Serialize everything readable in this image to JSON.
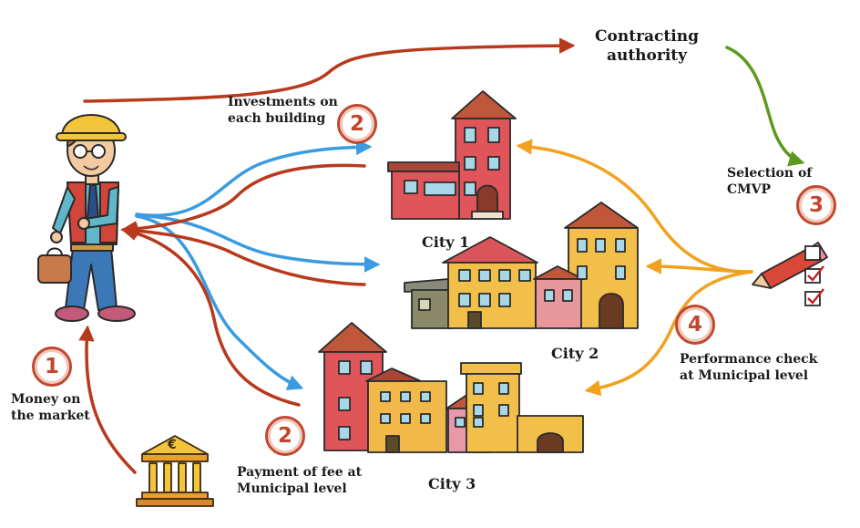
{
  "labels": {
    "contracting_authority": "Contracting\nauthority",
    "investments": "Investments on\neach building",
    "selection": "Selection of\nCMVP",
    "performance_check": "Performance check\nat Municipal level",
    "money_on_market": "Money on\nthe market",
    "payment_of_fee": "Payment of fee at\nMunicipal level"
  },
  "cities": {
    "city1": "City 1",
    "city2": "City 2",
    "city3": "City 3"
  },
  "steps": {
    "step1": "1",
    "step2_top": "2",
    "step2_bottom": "2",
    "step3": "3",
    "step4": "4"
  },
  "bank_symbol": "€",
  "colors": {
    "red_arrow": "#b8391c",
    "blue_arrow": "#3a9be0",
    "orange_arrow": "#f2a11e",
    "green_arrow": "#5c9a1e",
    "badge": "#c1482e"
  },
  "icons": [
    "engineer-figure",
    "bank-icon",
    "pencil-icon",
    "checkbox-icon",
    "city-1-buildings",
    "city-2-buildings",
    "city-3-buildings"
  ]
}
